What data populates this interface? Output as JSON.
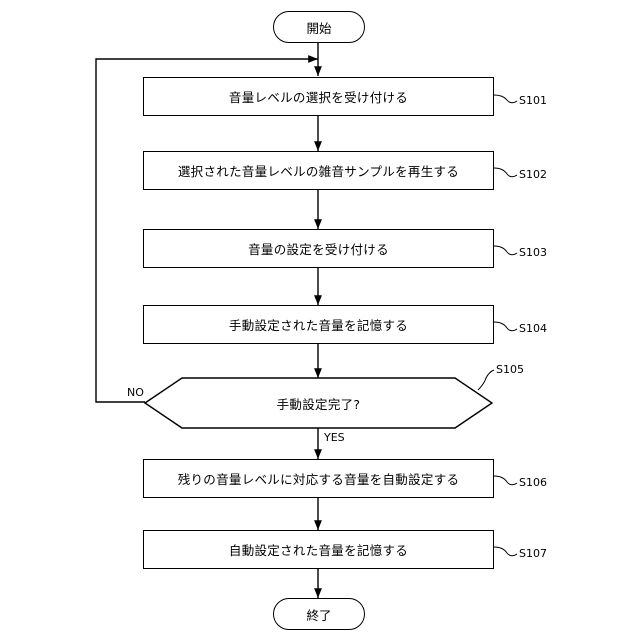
{
  "flowchart": {
    "start": {
      "label": "開始"
    },
    "end": {
      "label": "終了"
    },
    "steps": [
      {
        "id": "S101",
        "label": "音量レベルの選択を受け付ける"
      },
      {
        "id": "S102",
        "label": "選択された音量レベルの雑音サンプルを再生する"
      },
      {
        "id": "S103",
        "label": "音量の設定を受け付ける"
      },
      {
        "id": "S104",
        "label": "手動設定された音量を記憶する"
      },
      {
        "id": "S106",
        "label": "残りの音量レベルに対応する音量を自動設定する"
      },
      {
        "id": "S107",
        "label": "自動設定された音量を記憶する"
      }
    ],
    "decision": {
      "id": "S105",
      "label": "手動設定完了?",
      "no_label": "NO",
      "yes_label": "YES"
    }
  }
}
